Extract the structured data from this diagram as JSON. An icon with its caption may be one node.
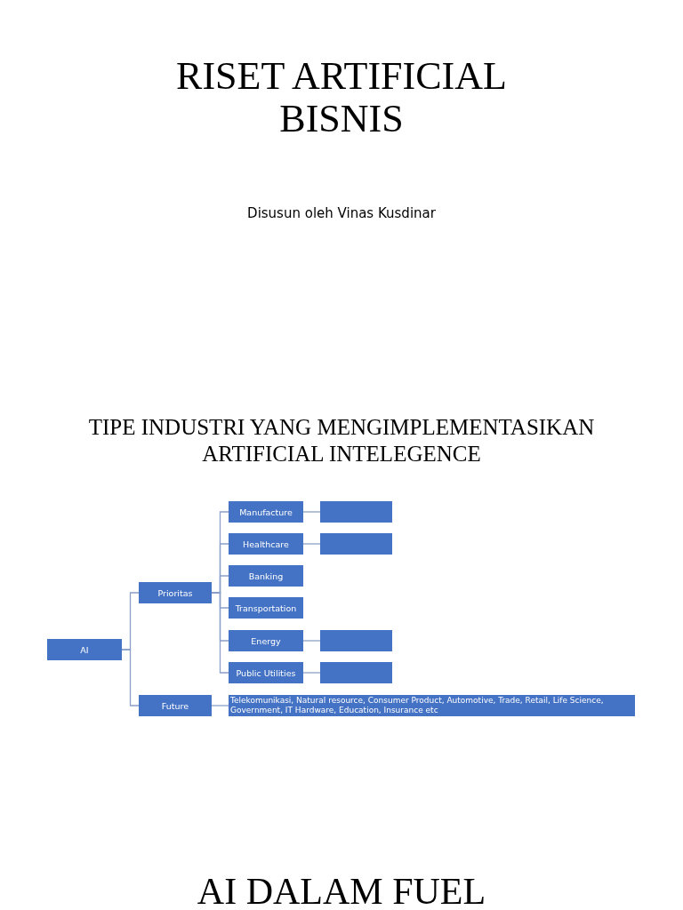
{
  "diagram": {
    "title": "RISET ARTIFICIAL BISNIS",
    "nodes": [
      {
        "text": [
          "AI"
        ]
      },
      {
        "text": [
          "Prioritas"
        ]
      },
      {
        "text": [
          "Future"
        ]
      },
      {
        "text": [
          "Manufacture"
        ]
      },
      {
        "text": [],
        "shape": "box"
      },
      {
        "text": [
          "Healthcare"
        ]
      },
      {
        "text": [],
        "shape": "box"
      },
      {
        "text": [
          "Banking"
        ]
      },
      {
        "text": [
          "Transportation"
        ]
      },
      {
        "text": [
          "Energy"
        ]
      },
      {
        "text": [],
        "shape": "box"
      },
      {
        "text": [
          "Public Utilities"
        ]
      },
      {
        "text": [],
        "shape": "box"
      },
      {
        "text": [
          "Telekomunikasi, Natural resource, Consumer Product, Automotive, Trade, Retail, Life Science, Government, IT Hardware, Education, Insurance etc"
        ]
      }
    ],
    "edges": [
      {
        "from": 0,
        "to": 1,
        "arrow": "none"
      },
      {
        "from": 0,
        "to": 2,
        "arrow": "none"
      },
      {
        "from": 1,
        "to": 3,
        "arrow": "none"
      },
      {
        "from": 1,
        "to": 5,
        "arrow": "none"
      },
      {
        "from": 1,
        "to": 7,
        "arrow": "none"
      },
      {
        "from": 1,
        "to": 8,
        "arrow": "none"
      },
      {
        "from": 1,
        "to": 9,
        "arrow": "none"
      },
      {
        "from": 1,
        "to": 11,
        "arrow": "none"
      },
      {
        "from": 3,
        "to": 4,
        "arrow": "none"
      },
      {
        "from": 5,
        "to": 6,
        "arrow": "none"
      },
      {
        "from": 9,
        "to": 10,
        "arrow": "none"
      },
      {
        "from": 11,
        "to": 12,
        "arrow": "none"
      },
      {
        "from": 2,
        "to": 13,
        "arrow": "none"
      }
    ],
    "labels": [
      "Disusun oleh Vinas Kusdinar",
      "TIPE INDUSTRI YANG MENGIMPLEMENTASIKAN ARTIFICIAL INTELEGENCE",
      "AI DALAM FUEL"
    ]
  }
}
